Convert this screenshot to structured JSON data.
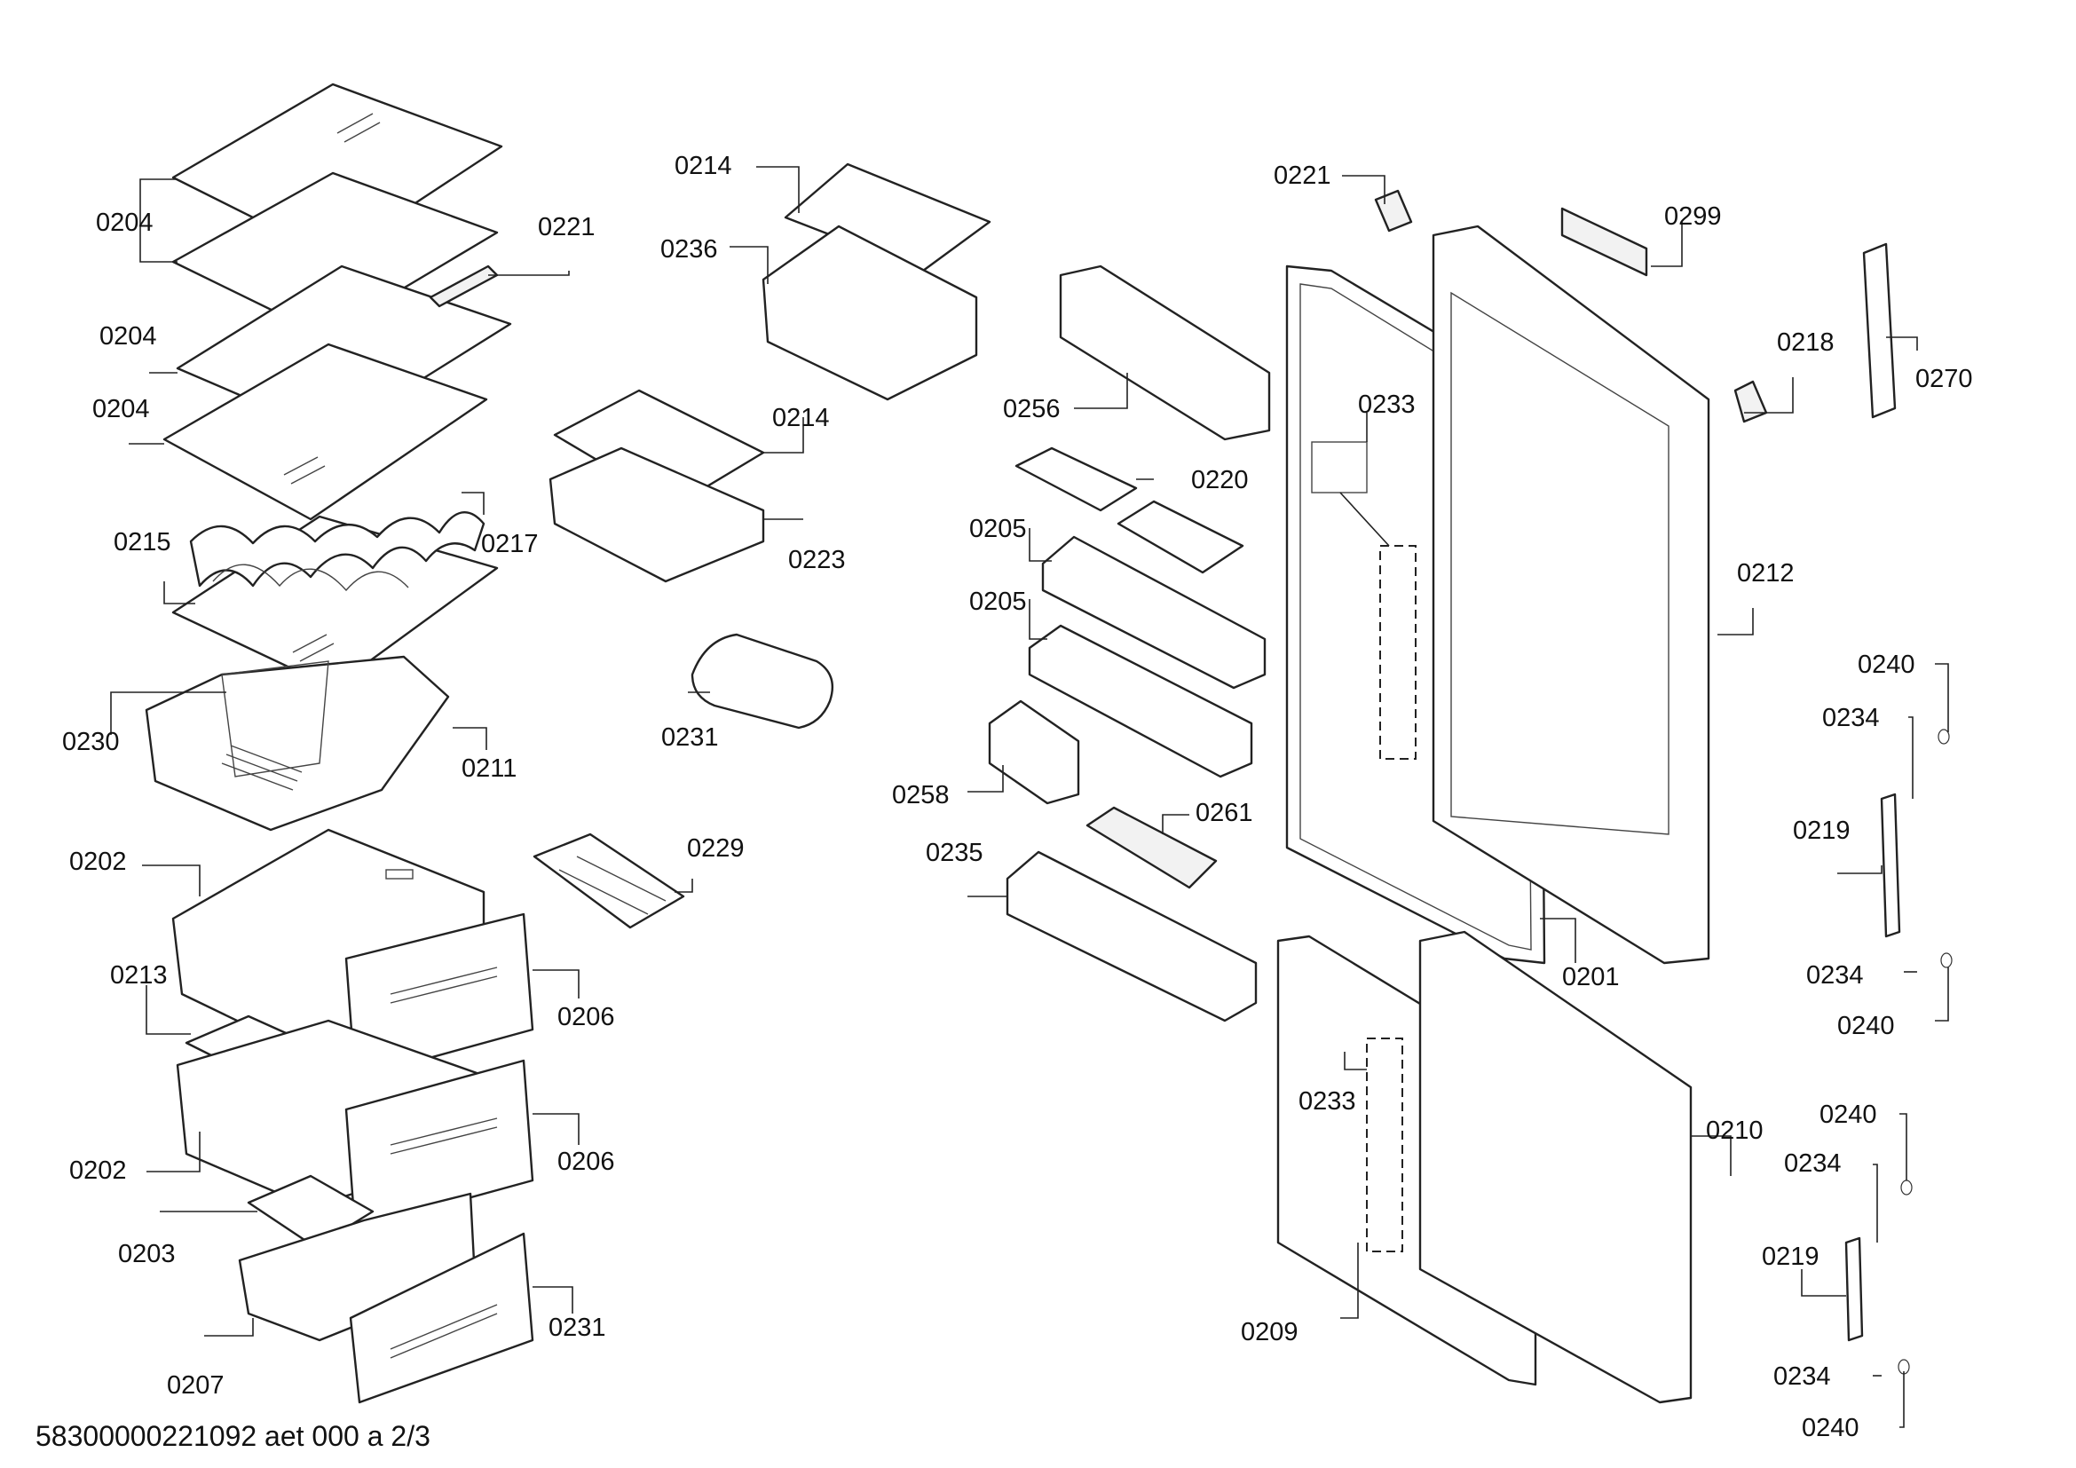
{
  "document": {
    "footer_code": "58300000221092 aet 000 a 2/3"
  },
  "callouts": {
    "c0204_a": "0204",
    "c0204_b": "0204",
    "c0204_c": "0204",
    "c0221_a": "0221",
    "c0215": "0215",
    "c0217": "0217",
    "c0230": "0230",
    "c0211": "0211",
    "c0202_a": "0202",
    "c0213": "0213",
    "c0206_a": "0206",
    "c0202_b": "0202",
    "c0206_b": "0206",
    "c0203": "0203",
    "c0231_a": "0231",
    "c0207": "0207",
    "c0214_a": "0214",
    "c0236": "0236",
    "c0214_b": "0214",
    "c0223": "0223",
    "c0231_b": "0231",
    "c0229": "0229",
    "c0256": "0256",
    "c0220": "0220",
    "c0205_a": "0205",
    "c0205_b": "0205",
    "c0258": "0258",
    "c0261": "0261",
    "c0235": "0235",
    "c0221_b": "0221",
    "c0299": "0299",
    "c0233_a": "0233",
    "c0218": "0218",
    "c0270": "0270",
    "c0212": "0212",
    "c0201": "0201",
    "c0233_b": "0233",
    "c0210": "0210",
    "c0209": "0209",
    "c0240_a": "0240",
    "c0234_a": "0234",
    "c0219_a": "0219",
    "c0234_b": "0234",
    "c0240_b": "0240",
    "c0240_c": "0240",
    "c0234_c": "0234",
    "c0219_b": "0219",
    "c0234_d": "0234",
    "c0240_d": "0240"
  }
}
